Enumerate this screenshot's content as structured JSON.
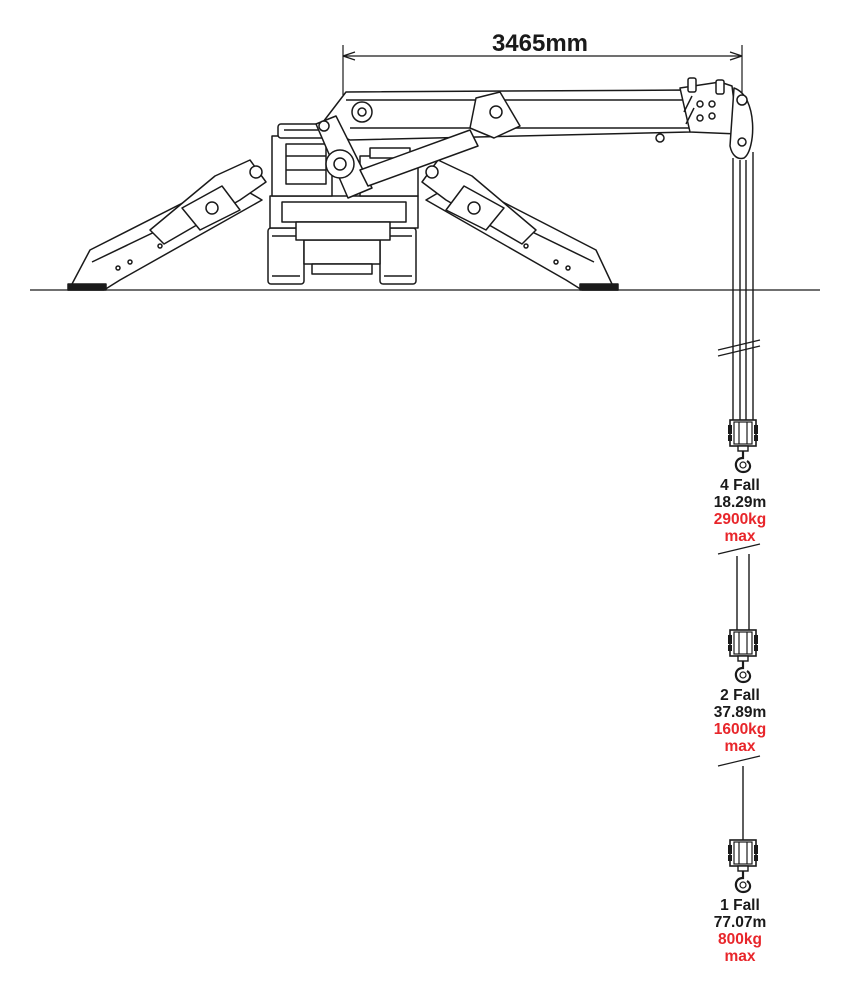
{
  "diagram": {
    "boom_reach": "3465mm",
    "colors": {
      "line": "#1a1a1a",
      "capacity": "#e8262b"
    },
    "hooks": [
      {
        "fall": "4 Fall",
        "length": "18.29m",
        "capacity": "2900kg",
        "suffix": "max"
      },
      {
        "fall": "2 Fall",
        "length": "37.89m",
        "capacity": "1600kg",
        "suffix": "max"
      },
      {
        "fall": "1 Fall",
        "length": "77.07m",
        "capacity": "800kg",
        "suffix": "max"
      }
    ]
  }
}
